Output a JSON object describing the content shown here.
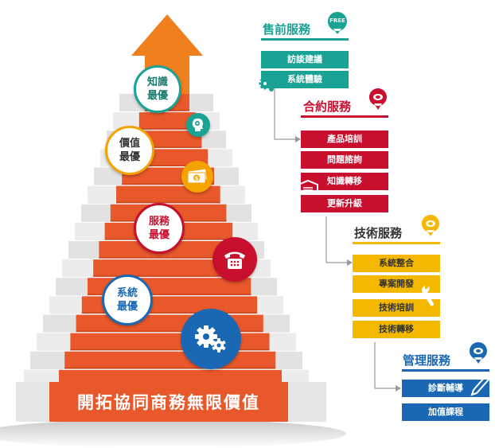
{
  "main_banner": "開拓協同商務無限價值",
  "steps": [
    {
      "label_lines": [
        "系統",
        "最優"
      ]
    },
    {
      "label_lines": [
        "服務",
        "最優"
      ]
    },
    {
      "label_lines": [
        "價值",
        "最優"
      ]
    },
    {
      "label_lines": [
        "知識",
        "最優"
      ]
    }
  ],
  "sections": [
    {
      "title": "售前服務",
      "badge": "FREE",
      "color": "#1aa394",
      "items": [
        "訪談建議",
        "系統體驗"
      ]
    },
    {
      "title": "合約服務",
      "color": "#c8102e",
      "items": [
        "產品培訓",
        "問題諮詢",
        "知識轉移",
        "更新升級"
      ]
    },
    {
      "title": "技術服務",
      "color": "#f5b800",
      "items": [
        "系統整合",
        "專案開發",
        "技術培訓",
        "技術轉移"
      ]
    },
    {
      "title": "管理服務",
      "color": "#1a68b4",
      "items": [
        "診斷輔導",
        "加值課程"
      ]
    }
  ],
  "icons": {
    "gears": "gears-icon",
    "phone": "phone-icon",
    "money": "money-icon",
    "head": "head-gear-icon",
    "arrow": "up-arrow-icon"
  },
  "colors": {
    "stair_orange": "#e8582a",
    "arrow_orange": "#f07f1e",
    "step_gray": "#e2e2e2",
    "blue": "#1a68b4",
    "red": "#c8102e",
    "orange": "#f5a300",
    "teal": "#1aa394"
  }
}
